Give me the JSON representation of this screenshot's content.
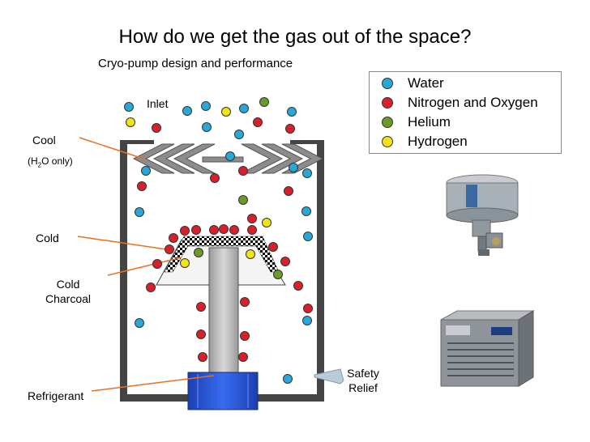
{
  "title": "How do we get the gas out of the space?",
  "subtitle": "Cryo-pump design and performance",
  "labels": {
    "inlet": "Inlet",
    "cool": "Cool",
    "cool_note_prefix": "(H",
    "cool_note_sub": "2",
    "cool_note_suffix": "O only)",
    "cold": "Cold",
    "cold_charcoal_line1": "Cold",
    "cold_charcoal_line2": "Charcoal",
    "refrigerant": "Refrigerant",
    "safety_relief_line1": "Safety",
    "safety_relief_line2": "Relief"
  },
  "legend": [
    {
      "label": "Water",
      "color": "#29a8d8"
    },
    {
      "label": "Nitrogen and Oxygen",
      "color": "#d8202a"
    },
    {
      "label": "Helium",
      "color": "#6a9a2a"
    },
    {
      "label": "Hydrogen",
      "color": "#f0e414"
    }
  ],
  "colors": {
    "wall": "#444444",
    "baffle": "#8a8a8a",
    "cold_finger": "#b8b8b8",
    "refrigerant": "#2050d0",
    "leader_line": "#e87020"
  },
  "images": [
    {
      "name": "cryopump-photo-icon"
    },
    {
      "name": "compressor-photo-icon"
    }
  ]
}
